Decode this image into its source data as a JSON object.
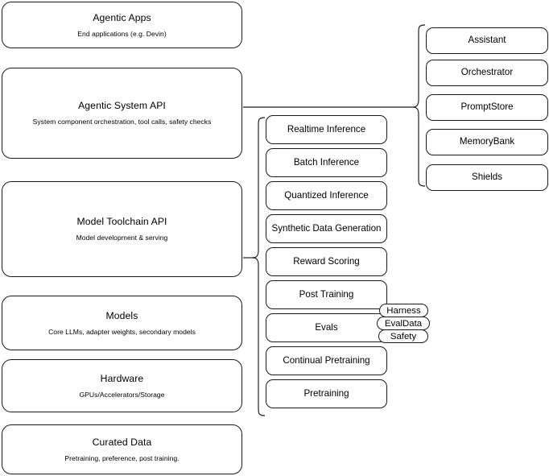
{
  "diagram": {
    "title": "AI stack layered architecture",
    "colors": {
      "stroke": "#1a1a1a",
      "background": "#ffffff",
      "text": "#000000"
    },
    "layers": [
      {
        "id": "agentic-apps",
        "title": "Agentic Apps",
        "subtitle": "End applications (e.g. Devin)"
      },
      {
        "id": "agentic-system-api",
        "title": "Agentic System API",
        "subtitle": "System component orchestration, tool calls, safety checks"
      },
      {
        "id": "model-toolchain-api",
        "title": "Model Toolchain API",
        "subtitle": "Model development & serving"
      },
      {
        "id": "models",
        "title": "Models",
        "subtitle": "Core LLMs, adapter weights, secondary models"
      },
      {
        "id": "hardware",
        "title": "Hardware",
        "subtitle": "GPUs/Accelerators/Storage"
      },
      {
        "id": "curated-data",
        "title": "Curated Data",
        "subtitle": "Pretraining, preference, post training."
      }
    ],
    "toolchain_capabilities": [
      {
        "id": "realtime-inference",
        "label": "Realtime Inference"
      },
      {
        "id": "batch-inference",
        "label": "Batch Inference"
      },
      {
        "id": "quantized-inference",
        "label": "Quantized Inference"
      },
      {
        "id": "synthetic-data-generation",
        "label": "Synthetic Data Generation"
      },
      {
        "id": "reward-scoring",
        "label": "Reward Scoring"
      },
      {
        "id": "post-training",
        "label": "Post Training"
      },
      {
        "id": "evals",
        "label": "Evals"
      },
      {
        "id": "continual-pretraining",
        "label": "Continual Pretraining"
      },
      {
        "id": "pretraining",
        "label": "Pretraining"
      }
    ],
    "evals_tags": [
      {
        "id": "harness",
        "label": "Harness"
      },
      {
        "id": "evaldata",
        "label": "EvalData"
      },
      {
        "id": "safety",
        "label": "Safety"
      }
    ],
    "system_components": [
      {
        "id": "assistant",
        "label": "Assistant"
      },
      {
        "id": "orchestrator",
        "label": "Orchestrator"
      },
      {
        "id": "promptstore",
        "label": "PromptStore"
      },
      {
        "id": "memorybank",
        "label": "MemoryBank"
      },
      {
        "id": "shields",
        "label": "Shields"
      }
    ]
  }
}
